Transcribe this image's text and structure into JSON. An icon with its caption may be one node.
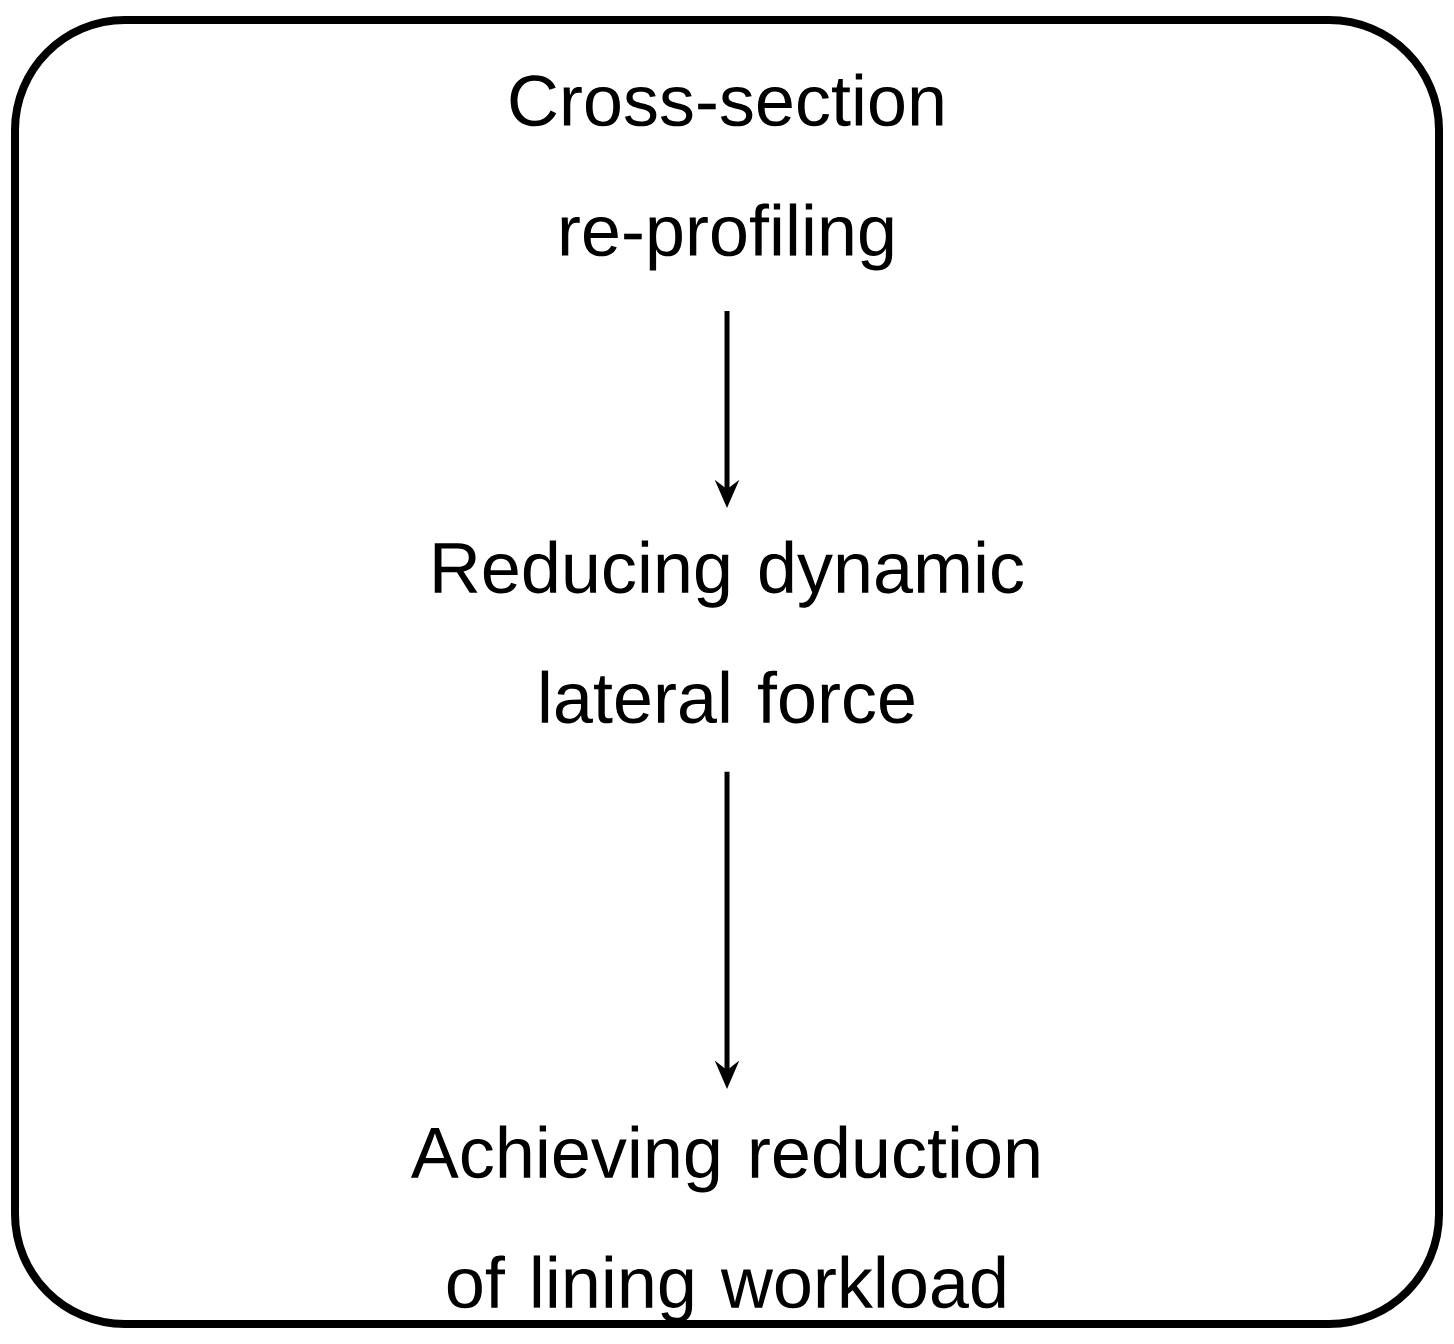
{
  "diagram": {
    "nodes": [
      {
        "text": [],
        "shape": "box"
      },
      {
        "text": [
          "Cross-section re-profiling"
        ],
        "in": 0
      },
      {
        "text": [
          "Reducing dynamic lateral force"
        ],
        "in": 0
      },
      {
        "text": [
          "Achieving reduction of lining workload"
        ],
        "in": 0
      }
    ],
    "edges": [
      {
        "from": 1,
        "to": 2,
        "arrow": "to"
      },
      {
        "from": 2,
        "to": 3,
        "arrow": "to"
      }
    ]
  }
}
